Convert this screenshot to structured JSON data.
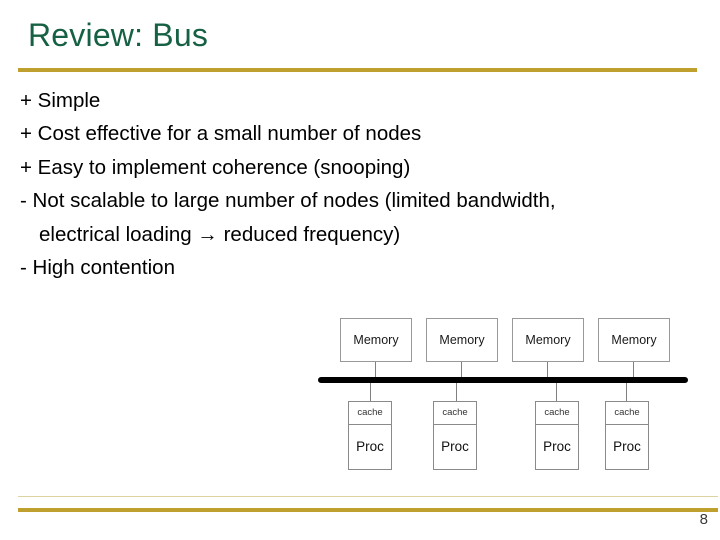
{
  "slide": {
    "title": "Review: Bus",
    "page_number": "8"
  },
  "colors": {
    "title_green": "#166044",
    "accent_gold": "#BFA02E",
    "footer_thin_gold": "#DCD3A0",
    "bus_line": "#000000",
    "body_text": "#000000"
  },
  "bullets": [
    {
      "text": "+ Simple"
    },
    {
      "text": "+ Cost effective for a small number of nodes"
    },
    {
      "text": "+ Easy to implement coherence (snooping)"
    },
    {
      "text": "- Not scalable to large number of nodes (limited bandwidth,"
    },
    {
      "text": "electrical loading → reduced frequency)",
      "indent": true
    },
    {
      "text": "- High contention"
    }
  ],
  "diagram": {
    "memory_nodes": [
      "Memory",
      "Memory",
      "Memory",
      "Memory"
    ],
    "processor_nodes": [
      {
        "cache": "cache",
        "proc": "Proc"
      },
      {
        "cache": "cache",
        "proc": "Proc"
      },
      {
        "cache": "cache",
        "proc": "Proc"
      },
      {
        "cache": "cache",
        "proc": "Proc"
      }
    ]
  }
}
